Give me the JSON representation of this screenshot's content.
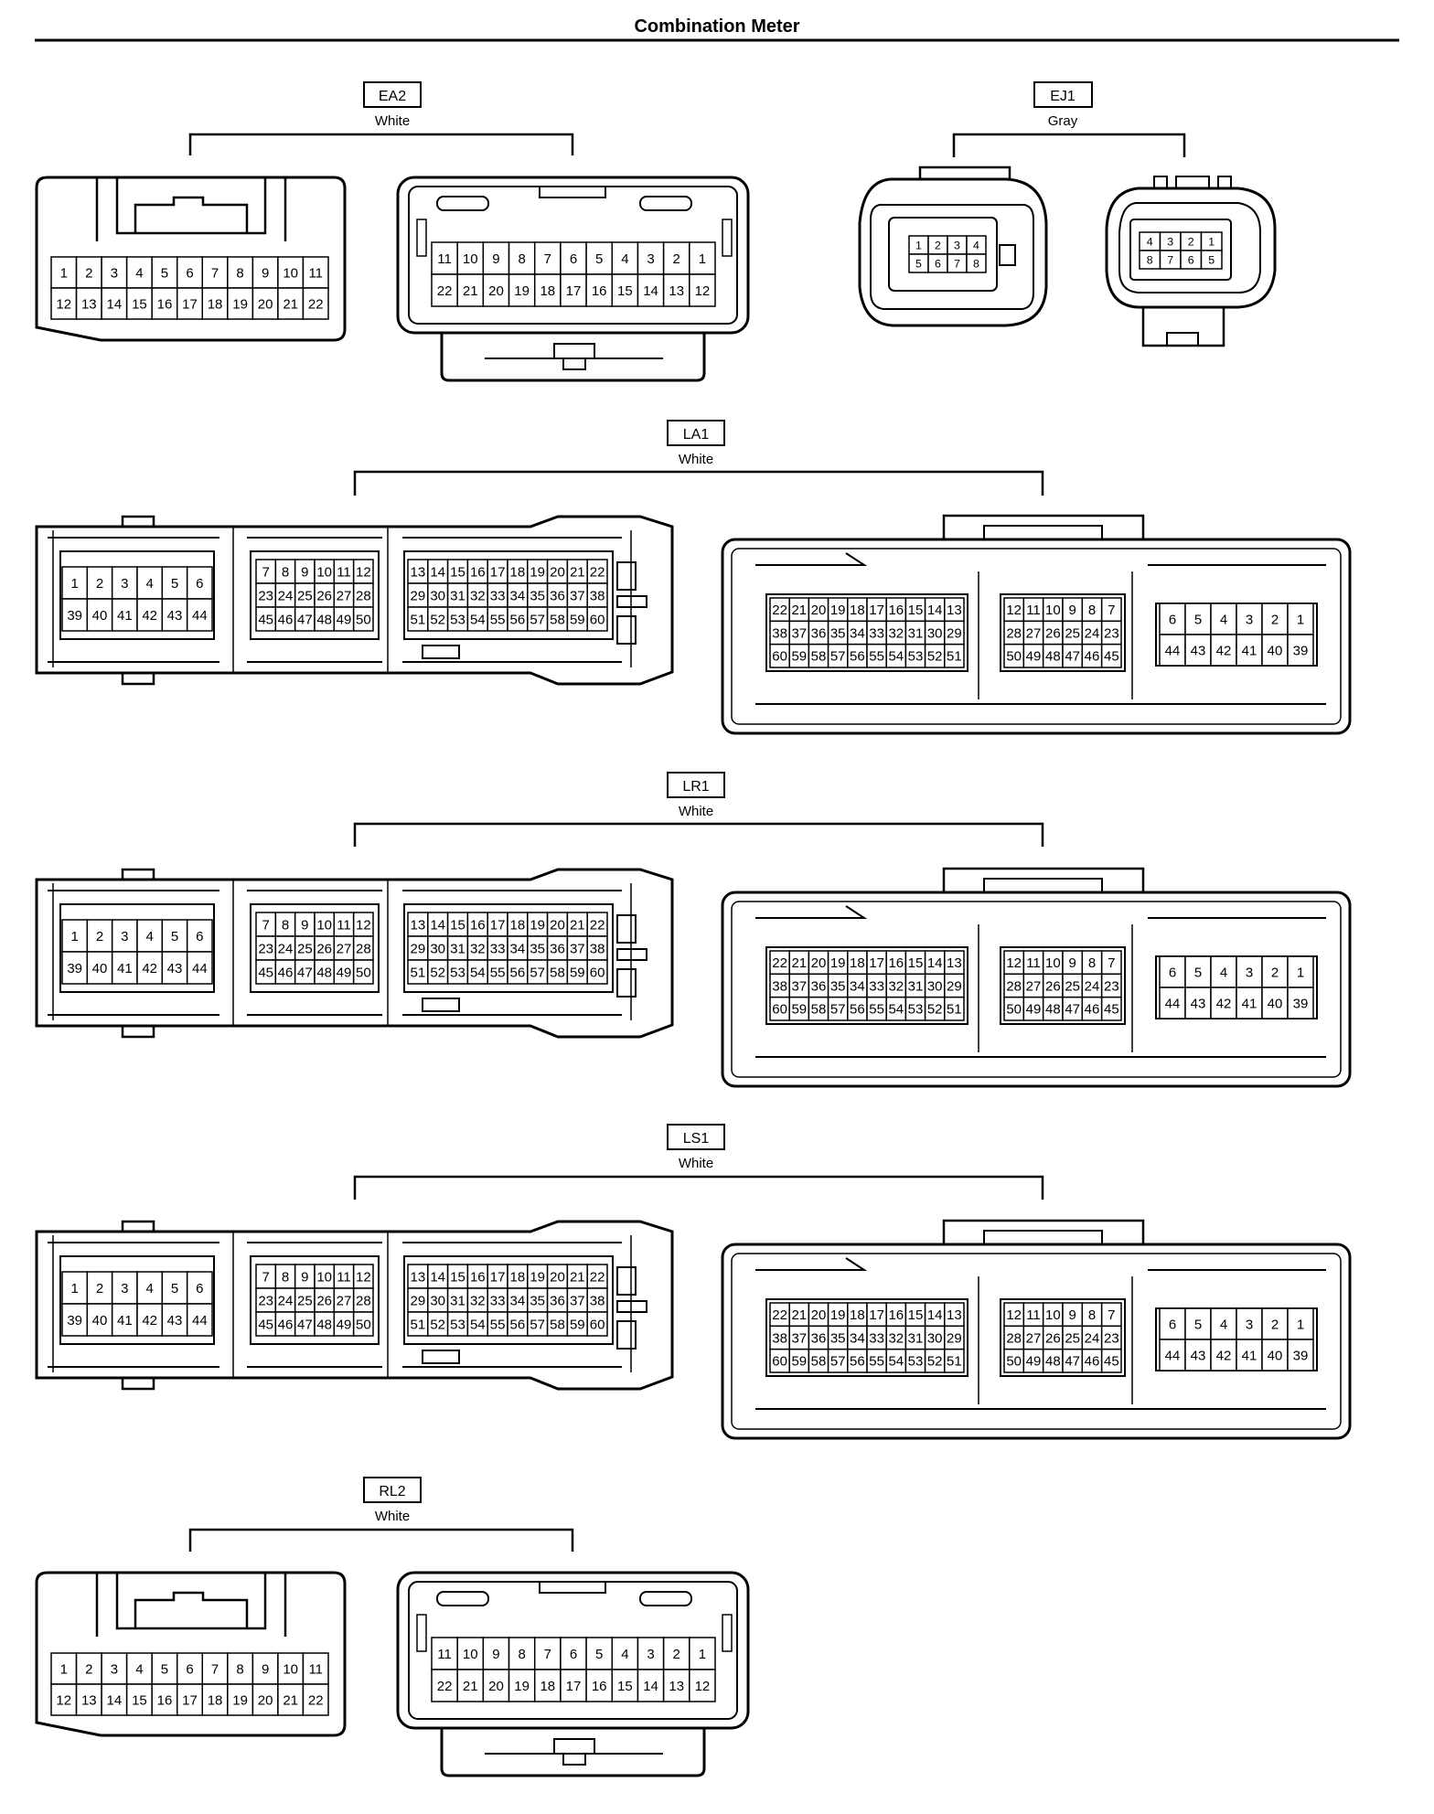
{
  "title": "Combination Meter",
  "connectors": [
    {
      "id": "ea2",
      "code": "EA2",
      "color": "White"
    },
    {
      "id": "ej1",
      "code": "EJ1",
      "color": "Gray"
    },
    {
      "id": "la1",
      "code": "LA1",
      "color": "White"
    },
    {
      "id": "lr1",
      "code": "LR1",
      "color": "White"
    },
    {
      "id": "ls1",
      "code": "LS1",
      "color": "White"
    },
    {
      "id": "rl2",
      "code": "RL2",
      "color": "White"
    }
  ],
  "pinouts": {
    "small22_front": [
      [
        "1",
        "2",
        "3",
        "4",
        "5",
        "6",
        "7",
        "8",
        "9",
        "10",
        "11"
      ],
      [
        "12",
        "13",
        "14",
        "15",
        "16",
        "17",
        "18",
        "19",
        "20",
        "21",
        "22"
      ]
    ],
    "small22_rear": [
      [
        "11",
        "10",
        "9",
        "8",
        "7",
        "6",
        "5",
        "4",
        "3",
        "2",
        "1"
      ],
      [
        "22",
        "21",
        "20",
        "19",
        "18",
        "17",
        "16",
        "15",
        "14",
        "13",
        "12"
      ]
    ],
    "ej1_front": [
      [
        "1",
        "2",
        "3",
        "4"
      ],
      [
        "5",
        "6",
        "7",
        "8"
      ]
    ],
    "ej1_rear": [
      [
        "4",
        "3",
        "2",
        "1"
      ],
      [
        "8",
        "7",
        "6",
        "5"
      ]
    ],
    "big_front": {
      "left": [
        [
          "1",
          "2",
          "3",
          "4",
          "5",
          "6"
        ],
        [
          "39",
          "40",
          "41",
          "42",
          "43",
          "44"
        ]
      ],
      "mid": [
        [
          "7",
          "8",
          "9",
          "10",
          "11",
          "12"
        ],
        [
          "23",
          "24",
          "25",
          "26",
          "27",
          "28"
        ],
        [
          "45",
          "46",
          "47",
          "48",
          "49",
          "50"
        ]
      ],
      "right": [
        [
          "13",
          "14",
          "15",
          "16",
          "17",
          "18",
          "19",
          "20",
          "21",
          "22"
        ],
        [
          "29",
          "30",
          "31",
          "32",
          "33",
          "34",
          "35",
          "36",
          "37",
          "38"
        ],
        [
          "51",
          "52",
          "53",
          "54",
          "55",
          "56",
          "57",
          "58",
          "59",
          "60"
        ]
      ]
    },
    "big_rear": {
      "left": [
        [
          "22",
          "21",
          "20",
          "19",
          "18",
          "17",
          "16",
          "15",
          "14",
          "13"
        ],
        [
          "38",
          "37",
          "36",
          "35",
          "34",
          "33",
          "32",
          "31",
          "30",
          "29"
        ],
        [
          "60",
          "59",
          "58",
          "57",
          "56",
          "55",
          "54",
          "53",
          "52",
          "51"
        ]
      ],
      "mid": [
        [
          "12",
          "11",
          "10",
          "9",
          "8",
          "7"
        ],
        [
          "28",
          "27",
          "26",
          "25",
          "24",
          "23"
        ],
        [
          "50",
          "49",
          "48",
          "47",
          "46",
          "45"
        ]
      ],
      "right": [
        [
          "6",
          "5",
          "4",
          "3",
          "2",
          "1"
        ],
        [
          "44",
          "43",
          "42",
          "41",
          "40",
          "39"
        ]
      ]
    }
  }
}
